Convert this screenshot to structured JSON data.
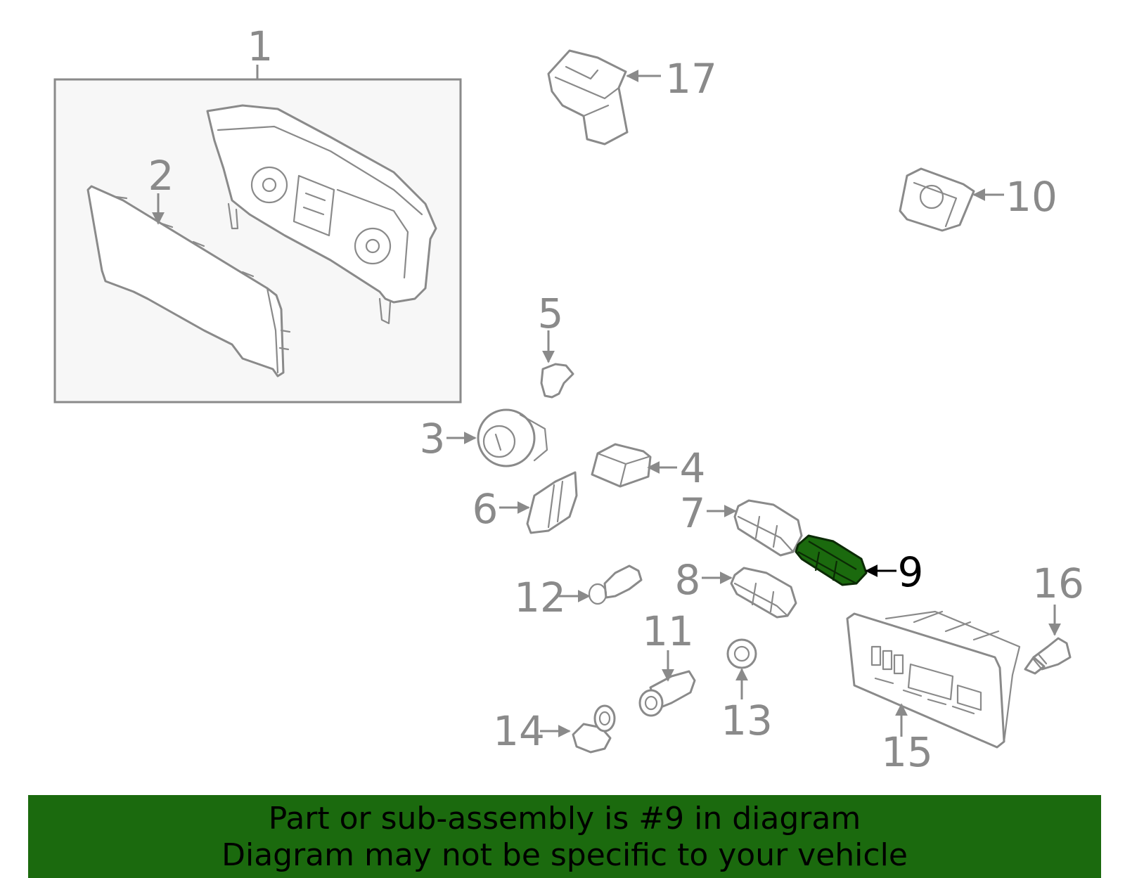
{
  "callouts": {
    "c1": "1",
    "c2": "2",
    "c3": "3",
    "c4": "4",
    "c5": "5",
    "c6": "6",
    "c7": "7",
    "c8": "8",
    "c9": "9",
    "c10": "10",
    "c11": "11",
    "c12": "12",
    "c13": "13",
    "c14": "14",
    "c15": "15",
    "c16": "16",
    "c17": "17"
  },
  "highlight_part": "9",
  "colors": {
    "highlight": "#1b6a0e",
    "line": "#8a8a8a",
    "box_fill": "#f7f7f7"
  },
  "banner": {
    "line1": "Part or sub-assembly is #9 in diagram",
    "line2": "Diagram may not be specific to your vehicle"
  }
}
